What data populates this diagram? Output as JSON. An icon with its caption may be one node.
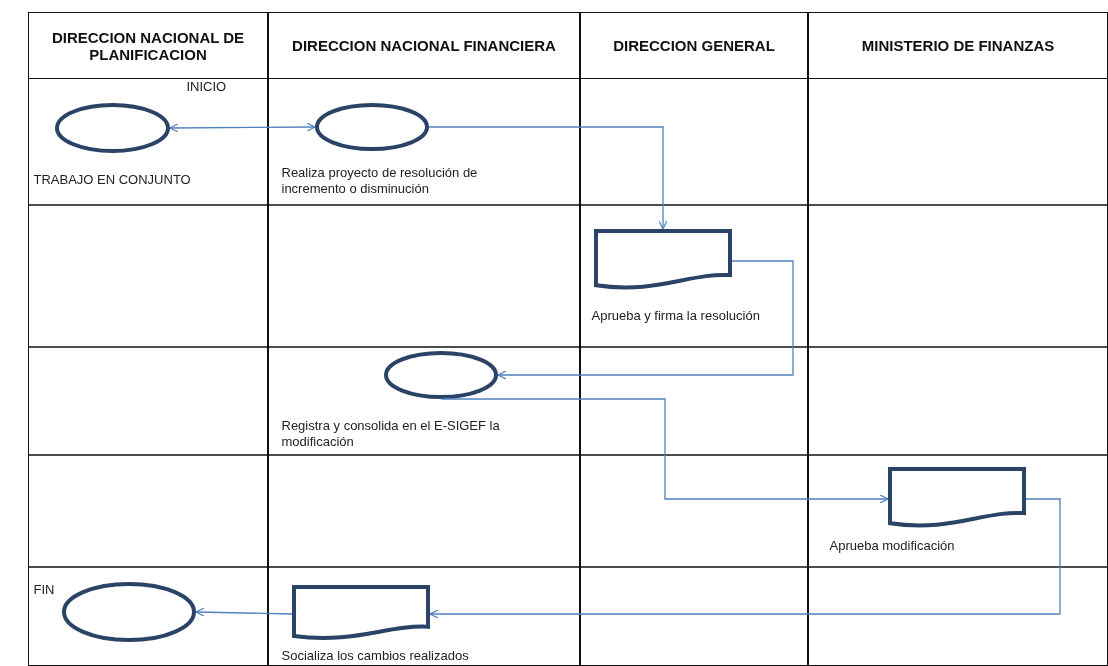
{
  "diagram": {
    "nodes": [
      {
        "text": [
          "DIRECCION NACIONAL DE PLANIFICACION"
        ]
      },
      {
        "text": [
          "DIRECCION NACIONAL FINANCIERA"
        ]
      },
      {
        "text": [
          "DIRECCION GENERAL"
        ]
      },
      {
        "text": [
          "MINISTERIO DE FINANZAS"
        ]
      },
      {
        "text": [
          "INICIO",
          "TRABAJO EN CONJUNTO"
        ],
        "in": 0
      },
      {
        "text": [
          "Realiza proyecto de resolución de incremento o disminución"
        ],
        "in": 1
      },
      {
        "text": [
          "Aprueba y firma la resolución"
        ],
        "in": 2
      },
      {
        "text": [
          "Registra y consolida en el E-SIGEF la modificación"
        ],
        "in": 1
      },
      {
        "text": [
          "Aprueba modificación"
        ],
        "in": 3
      },
      {
        "text": [
          "Socializa los cambios realizados"
        ],
        "in": 1
      },
      {
        "text": [
          "FIN"
        ],
        "in": 0
      }
    ],
    "edges": [
      {
        "from": 4,
        "to": 5,
        "arrow": "both"
      },
      {
        "from": 5,
        "to": 6,
        "arrow": "to"
      },
      {
        "from": 6,
        "to": 7,
        "arrow": "to"
      },
      {
        "from": 7,
        "to": 8,
        "arrow": "to"
      },
      {
        "from": 8,
        "to": 9,
        "arrow": "to"
      },
      {
        "from": 9,
        "to": 10,
        "arrow": "to"
      }
    ]
  }
}
